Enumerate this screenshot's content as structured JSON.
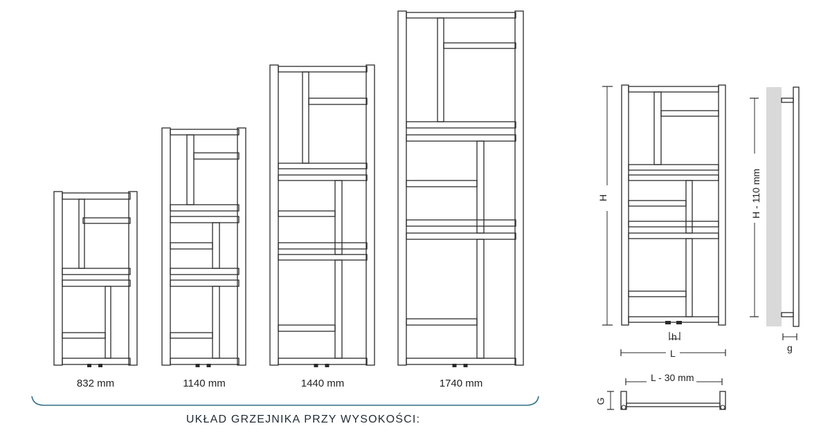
{
  "caption": "UKŁAD GRZEJNIKA PRZY WYSOKOŚCI:",
  "sizes": [
    {
      "label": "832 mm"
    },
    {
      "label": "1140 mm"
    },
    {
      "label": "1440 mm"
    },
    {
      "label": "1740 mm"
    }
  ],
  "dimensions": {
    "H": "H",
    "H_minus": "H - 110 mm",
    "h": "h",
    "L": "L",
    "L_minus": "L - 30 mm",
    "g": "g",
    "G": "G"
  },
  "colors": {
    "line": "#2a2a2a",
    "brace": "#2f6f86",
    "shade": "#d9d9d9"
  }
}
